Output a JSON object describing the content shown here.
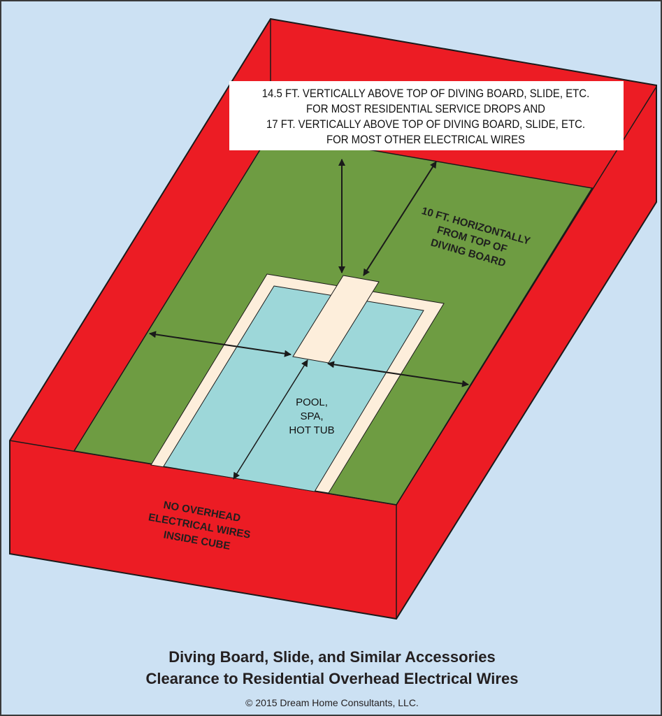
{
  "colors": {
    "background": "#cce1f3",
    "cube_walls": "#ec1c24",
    "ground": "#6e9c42",
    "deck": "#fdeedb",
    "water": "#9dd7d9",
    "outline": "#1a1a1a"
  },
  "callouts": {
    "vertical_clearance": [
      "14.5 FT. VERTICALLY ABOVE TOP OF DIVING BOARD, SLIDE, ETC.",
      "FOR  MOST RESIDENTIAL  SERVICE DROPS AND",
      "17 FT.  VERTICALLY ABOVE TOP OF DIVING BOARD, SLIDE, ETC.",
      "FOR MOST OTHER ELECTRICAL WIRES"
    ],
    "horizontal_clearance": [
      "10 FT. HORIZONTALLY",
      "FROM TOP OF",
      "DIVING BOARD"
    ],
    "pool_label": [
      "POOL,",
      "SPA,",
      "HOT TUB"
    ],
    "cube_label": [
      "NO OVERHEAD",
      "ELECTRICAL WIRES",
      "INSIDE CUBE"
    ]
  },
  "caption": {
    "title_line1": "Diving Board, Slide, and Similar Accessories",
    "title_line2": "Clearance to Residential Overhead Electrical Wires",
    "copyright": "© 2015 Dream Home Consultants, LLC."
  }
}
